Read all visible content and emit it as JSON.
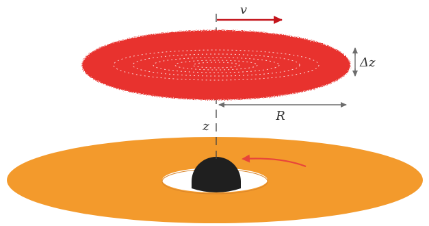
{
  "labels": {
    "velocity": "v",
    "radius": "R",
    "height": "z",
    "thickness": "Δz"
  },
  "colors": {
    "cloud": "#e8312f",
    "accretion_disk": "#f39a2c",
    "black_hole": "#1f1f1f",
    "velocity_arrow": "#c4151c",
    "rotation_arrow": "#e8443a",
    "dimension_lines": "#6d6d6d"
  }
}
